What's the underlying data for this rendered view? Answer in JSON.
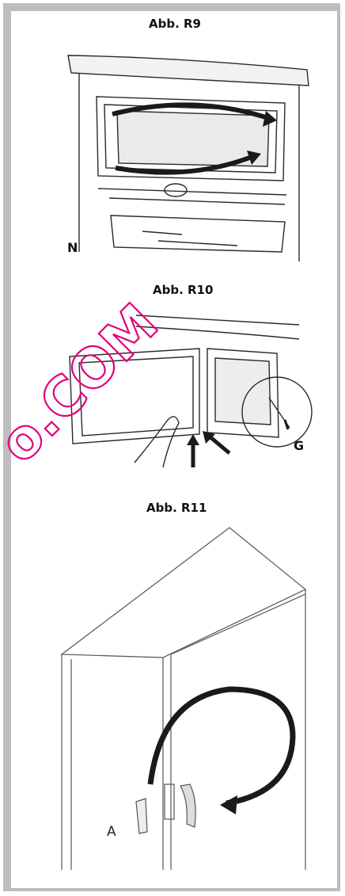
{
  "figures": [
    {
      "caption": "Abb. R9",
      "labels": [
        "N"
      ]
    },
    {
      "caption": "Abb. R10",
      "labels": [
        "G"
      ]
    },
    {
      "caption": "Abb. R11",
      "labels": [
        "A"
      ]
    }
  ],
  "watermark": {
    "text": "...o.COM",
    "visible_text": "o.COM",
    "color": "#e0007a"
  },
  "colors": {
    "frame": "#bdbdbd",
    "line": "#2a2a2a",
    "watermark": "#e0007a"
  }
}
